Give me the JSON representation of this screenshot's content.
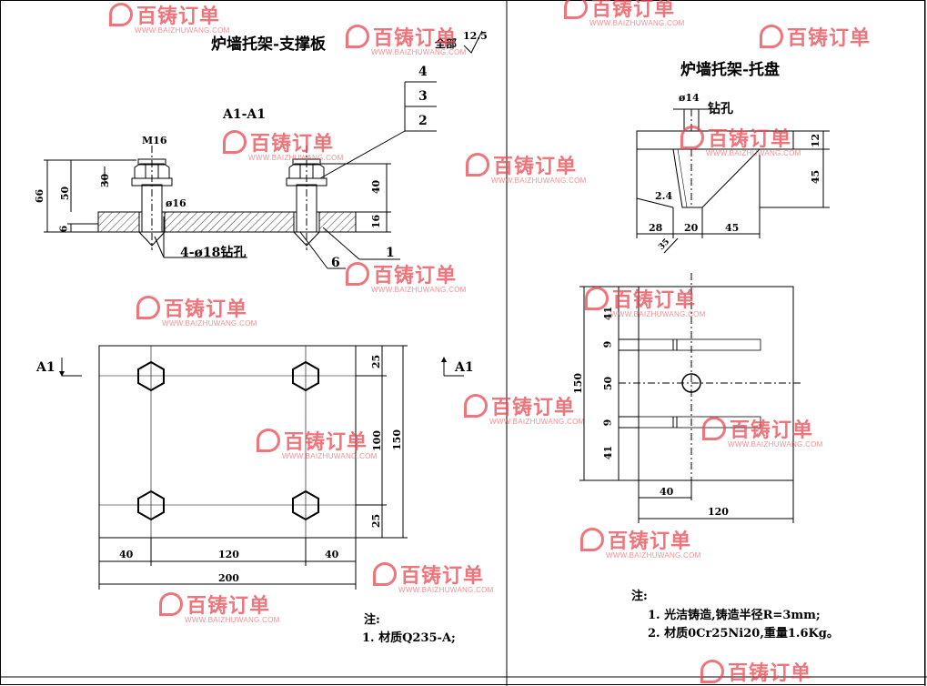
{
  "left_view": {
    "title": "炉墙托架-支撑板",
    "section_label": "A1-A1",
    "surface_finish": {
      "prefix": "全部",
      "value": "12.5"
    },
    "bolt_label": "M16",
    "parts": [
      "4",
      "3",
      "2",
      "1"
    ],
    "weld_size": "6",
    "hole_callout": "4-ø18钻孔",
    "hole_dia": "ø16",
    "dims_vertical": [
      "66",
      "50",
      "30",
      "6",
      "40",
      "16"
    ],
    "section_marker_left": "A1",
    "section_marker_right": "A1",
    "plan_dims_right": [
      "25",
      "100",
      "25"
    ],
    "plan_total_height": "150",
    "plan_dims_bottom": [
      "40",
      "120",
      "40"
    ],
    "plan_total_width": "200",
    "notes_heading": "注:",
    "notes": [
      "1. 材质Q235-A;"
    ]
  },
  "right_view": {
    "title": "炉墙托架-托盘",
    "hole_dia": "ø14",
    "hole_label": "钻孔",
    "dims_vertical": [
      "12",
      "45"
    ],
    "dim_slope": "2.4",
    "dims_bottom": [
      "28",
      "20",
      "45"
    ],
    "angle_label": "35",
    "plan_dims_left": [
      "41",
      "9",
      "50",
      "9",
      "41"
    ],
    "plan_total_height": "150",
    "plan_dim_offset": "40",
    "plan_total_width": "120",
    "notes_heading": "注:",
    "notes": [
      "1. 光洁铸造,铸造半径R=3mm;",
      "2. 材质0Cr25Ni20,重量1.6Kg。"
    ]
  },
  "watermark": {
    "brand": "百铸订单",
    "url": "WWW.BAIZHUWANG.COM"
  },
  "colors": {
    "line": "#000000",
    "watermark": "#e8474f"
  }
}
